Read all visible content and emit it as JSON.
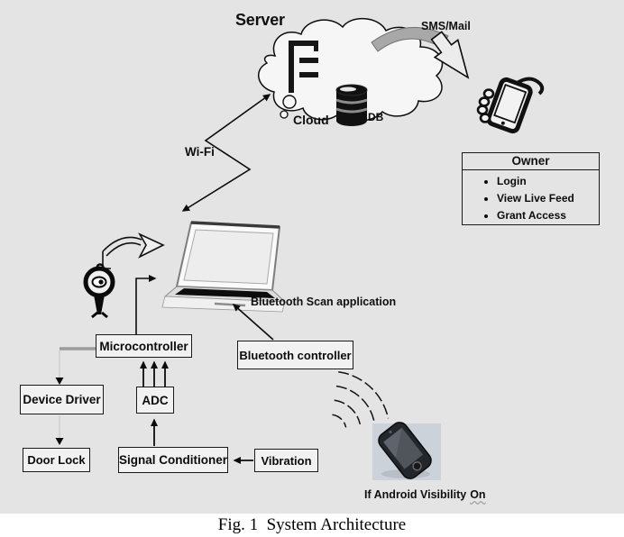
{
  "colors": {
    "canvas_bg": "#e4e4e5",
    "caption_bg": "#ffffff",
    "box_border": "#1a1a1a",
    "gray_arrow_band": "#a8a8a8",
    "phone_panel_bg": "#ccd2d9",
    "db_cylinder": "#111111"
  },
  "top": {
    "server_label": "Server",
    "cloud_label": "Cloud",
    "db_label": "DB",
    "sms_mail_label": "SMS/Mail"
  },
  "owner_panel": {
    "title": "Owner",
    "items": [
      "Login",
      "View Live Feed",
      "Grant Access"
    ]
  },
  "middle": {
    "wifi_label": "Wi-Fi",
    "bluetooth_scan_label": "Bluetooth Scan application"
  },
  "nodes": {
    "microcontroller": "Microcontroller",
    "bluetooth_controller": "Bluetooth controller",
    "device_driver": "Device Driver",
    "adc": "ADC",
    "door_lock": "Door Lock",
    "signal_conditioner": "Signal Conditioner",
    "vibration": "Vibration"
  },
  "bottom": {
    "android_note_prefix": "If Android Visibility",
    "android_note_on": "On"
  },
  "caption": "Fig. 1  System Architecture"
}
